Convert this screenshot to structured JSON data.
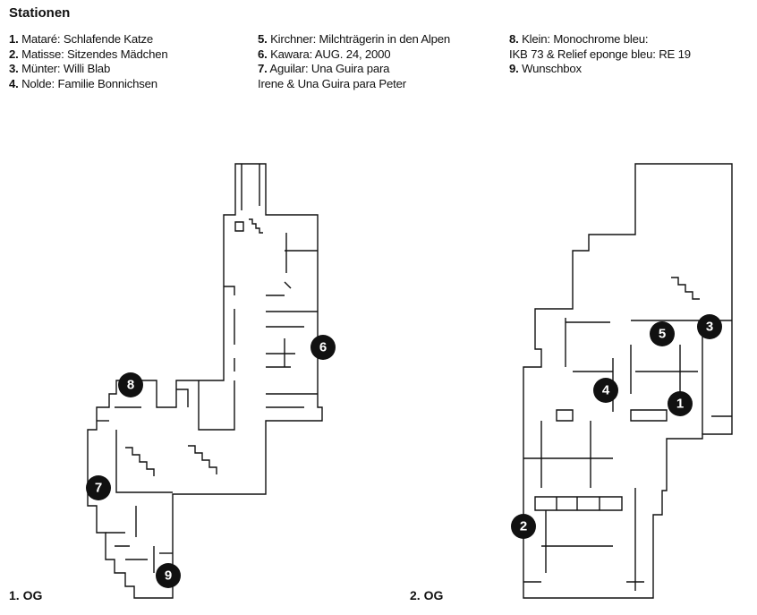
{
  "legend": {
    "title": "Stationen",
    "columns": [
      [
        {
          "num": "1.",
          "text": "Mataré: Schlafende Katze"
        },
        {
          "num": "2.",
          "text": "Matisse: Sitzendes Mädchen"
        },
        {
          "num": "3.",
          "text": "Münter: Willi Blab"
        },
        {
          "num": "4.",
          "text": "Nolde: Familie Bonnichsen"
        }
      ],
      [
        {
          "num": "5.",
          "text": "Kirchner: Milchträgerin in den Alpen"
        },
        {
          "num": "6.",
          "text": "Kawara: AUG. 24, 2000"
        },
        {
          "num": "7.",
          "text": "Aguilar: Una Guira para"
        },
        {
          "num": "",
          "text": "Irene & Una Guira para Peter"
        }
      ],
      [
        {
          "num": "8.",
          "text": "Klein: Monochrome bleu:"
        },
        {
          "num": "",
          "text": "IKB 73 & Relief eponge bleu: RE 19"
        },
        {
          "num": "9.",
          "text": "Wunschbox"
        }
      ]
    ]
  },
  "floors": [
    {
      "label": "1. OG",
      "markers": [
        "6",
        "7",
        "8",
        "9"
      ]
    },
    {
      "label": "2. OG",
      "markers": [
        "1",
        "2",
        "3",
        "4",
        "5"
      ]
    }
  ],
  "colors": {
    "ink": "#111111",
    "background": "#ffffff"
  }
}
